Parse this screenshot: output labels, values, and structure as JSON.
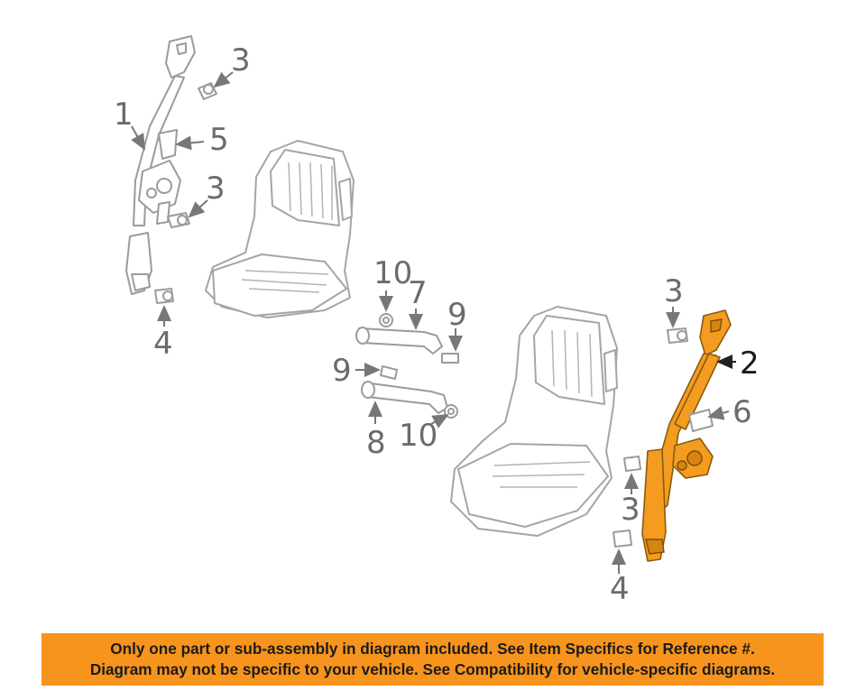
{
  "callouts": {
    "c1": "1",
    "c5": "5",
    "c3a": "3",
    "c3b": "3",
    "c4a": "4",
    "c10a": "10",
    "c7": "7",
    "c9a": "9",
    "c9b": "9",
    "c8": "8",
    "c10b": "10",
    "c3c": "3",
    "c2": "2",
    "c6": "6",
    "c3d": "3",
    "c4b": "4"
  },
  "highlight_color": "#f39c1f",
  "banner": {
    "line1": "Only one part or sub-assembly in diagram included. See Item Specifics for Reference #.",
    "line2": "Diagram may not be specific to your vehicle. See Compatibility for vehicle-specific diagrams.",
    "background": "#f7941d"
  }
}
